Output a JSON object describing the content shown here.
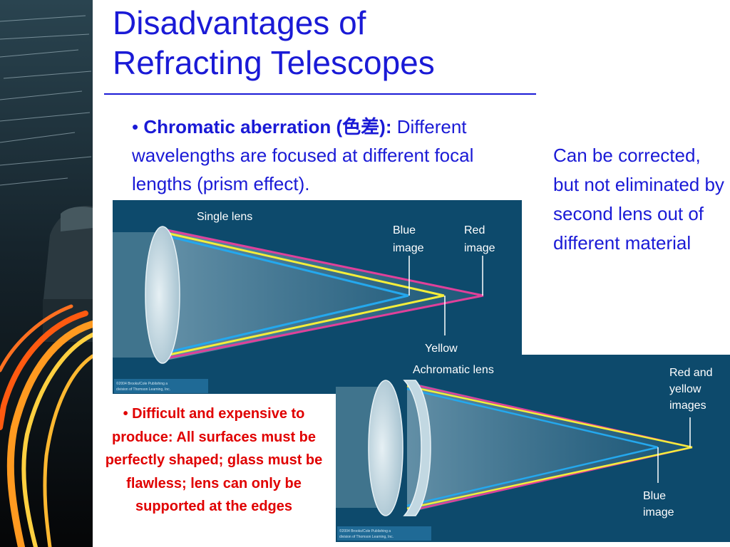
{
  "slide": {
    "title_line1": "Disadvantages of",
    "title_line2": "Refracting Telescopes",
    "bullet1": {
      "marker": "• ",
      "term": "Chromatic aberration (色差):",
      "text": " Different wavelengths are focused at different focal lengths (prism effect)."
    },
    "side_note": "Can be corrected, but not eliminated by second lens out of different material",
    "bullet2": "• Difficult and expensive to produce: All surfaces must be perfectly shaped; glass must be flawless; lens can only be supported at the edges"
  },
  "diagram_single": {
    "title": "Single lens",
    "blue_label_1": "Blue",
    "blue_label_2": "image",
    "red_label_1": "Red",
    "red_label_2": "image",
    "yellow_label": "Yellow",
    "credit_1": "©2004 Brooks/Cole Publishing a",
    "credit_2": "division of Thomson Learning, Inc."
  },
  "diagram_achromatic": {
    "title": "Achromatic lens",
    "ry_label_1": "Red and",
    "ry_label_2": "yellow",
    "ry_label_3": "images",
    "blue_label_1": "Blue",
    "blue_label_2": "image",
    "credit_1": "©2004 Brooks/Cole Publishing a",
    "credit_2": "division of Thomson Learning, Inc."
  },
  "colors": {
    "title": "#1a1ad6",
    "emphasis_red": "#e00000",
    "diagram_bg": "#0d4a6c",
    "ray_red": "#e0409a",
    "ray_yellow": "#f4ee3a",
    "ray_blue": "#24a8ee"
  }
}
